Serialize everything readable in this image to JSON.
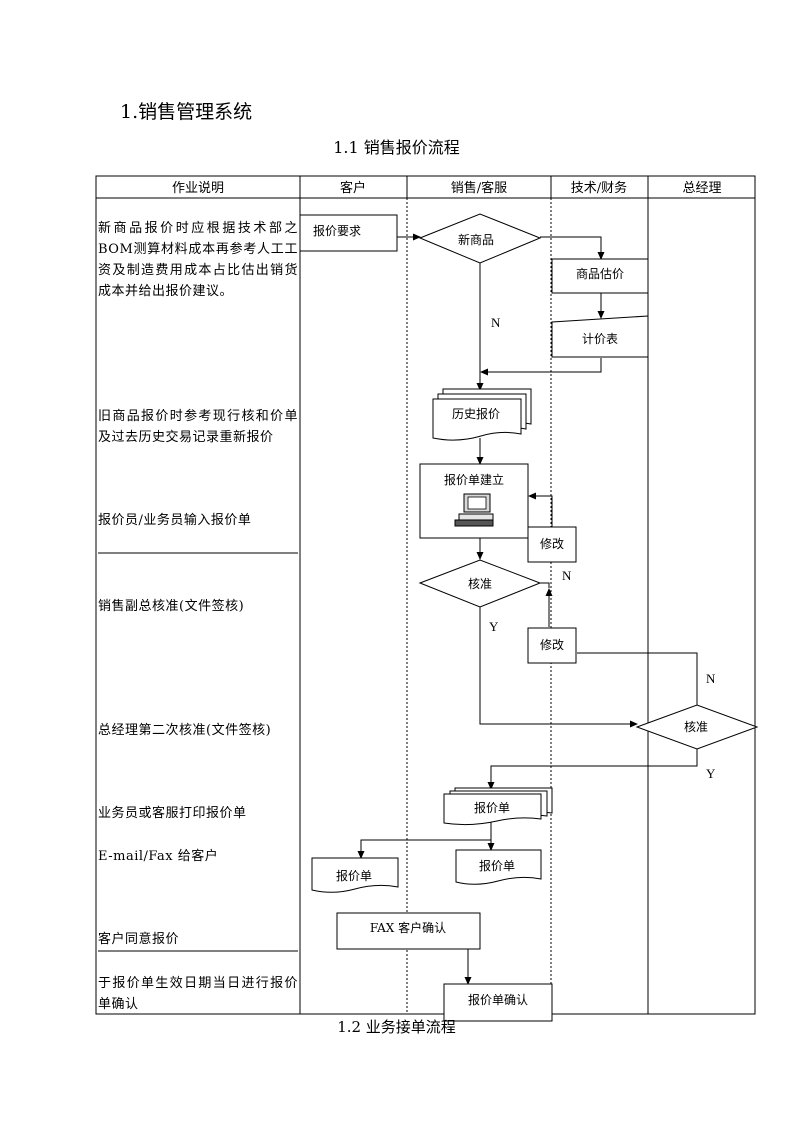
{
  "heading": "1.销售管理系统",
  "subtitle": "1.1 销售报价流程",
  "next_subtitle": "1.2 业务接单流程",
  "lanes": [
    "作业说明",
    "客户",
    "销售/客服",
    "技术/财务",
    "总经理"
  ],
  "descriptions": [
    "新商品报价时应根据技术部之BOM测算材料成本再参考人工工资及制造费用成本占比估出销货成本并给出报价建议。",
    "旧商品报价时参考现行核和价单及过去历史交易记录重新报价",
    "报价员/业务员输入报价单",
    "销售副总核准(文件签核)",
    "总经理第二次核准(文件签核)",
    "业务员或客服打印报价单",
    "E-mail/Fax 给客户",
    "客户同意报价",
    "于报价单生效日期当日进行报价单确认"
  ],
  "nodes": {
    "request": "报价要求",
    "new_product": "新商品",
    "estimate": "商品估价",
    "price_table": "计价表",
    "history": "历史报价",
    "create": "报价单建立",
    "modify1": "修改",
    "approve1": "核准",
    "modify2": "修改",
    "approve2": "核准",
    "print_doc": "报价单",
    "customer_doc": "报价单",
    "copy_doc": "报价单",
    "fax_confirm": "FAX 客户确认",
    "final_confirm": "报价单确认"
  },
  "labels": {
    "n1": "N",
    "n2": "N",
    "y1": "Y",
    "n3": "N",
    "y2": "Y"
  }
}
